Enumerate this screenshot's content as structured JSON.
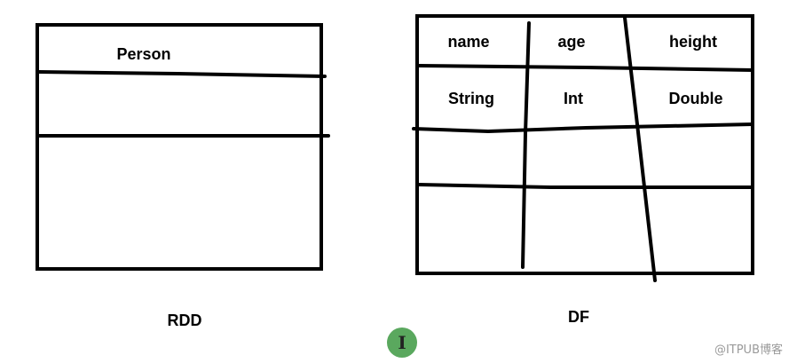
{
  "rdd": {
    "header_label": "Person",
    "caption": "RDD"
  },
  "df": {
    "columns": [
      {
        "name": "name",
        "type": "String"
      },
      {
        "name": "age",
        "type": "Int"
      },
      {
        "name": "height",
        "type": "Double"
      }
    ],
    "caption": "DF"
  },
  "cursor": {
    "glyph": "I",
    "color": "#5aa85e"
  },
  "watermark": "@ITPUB博客"
}
